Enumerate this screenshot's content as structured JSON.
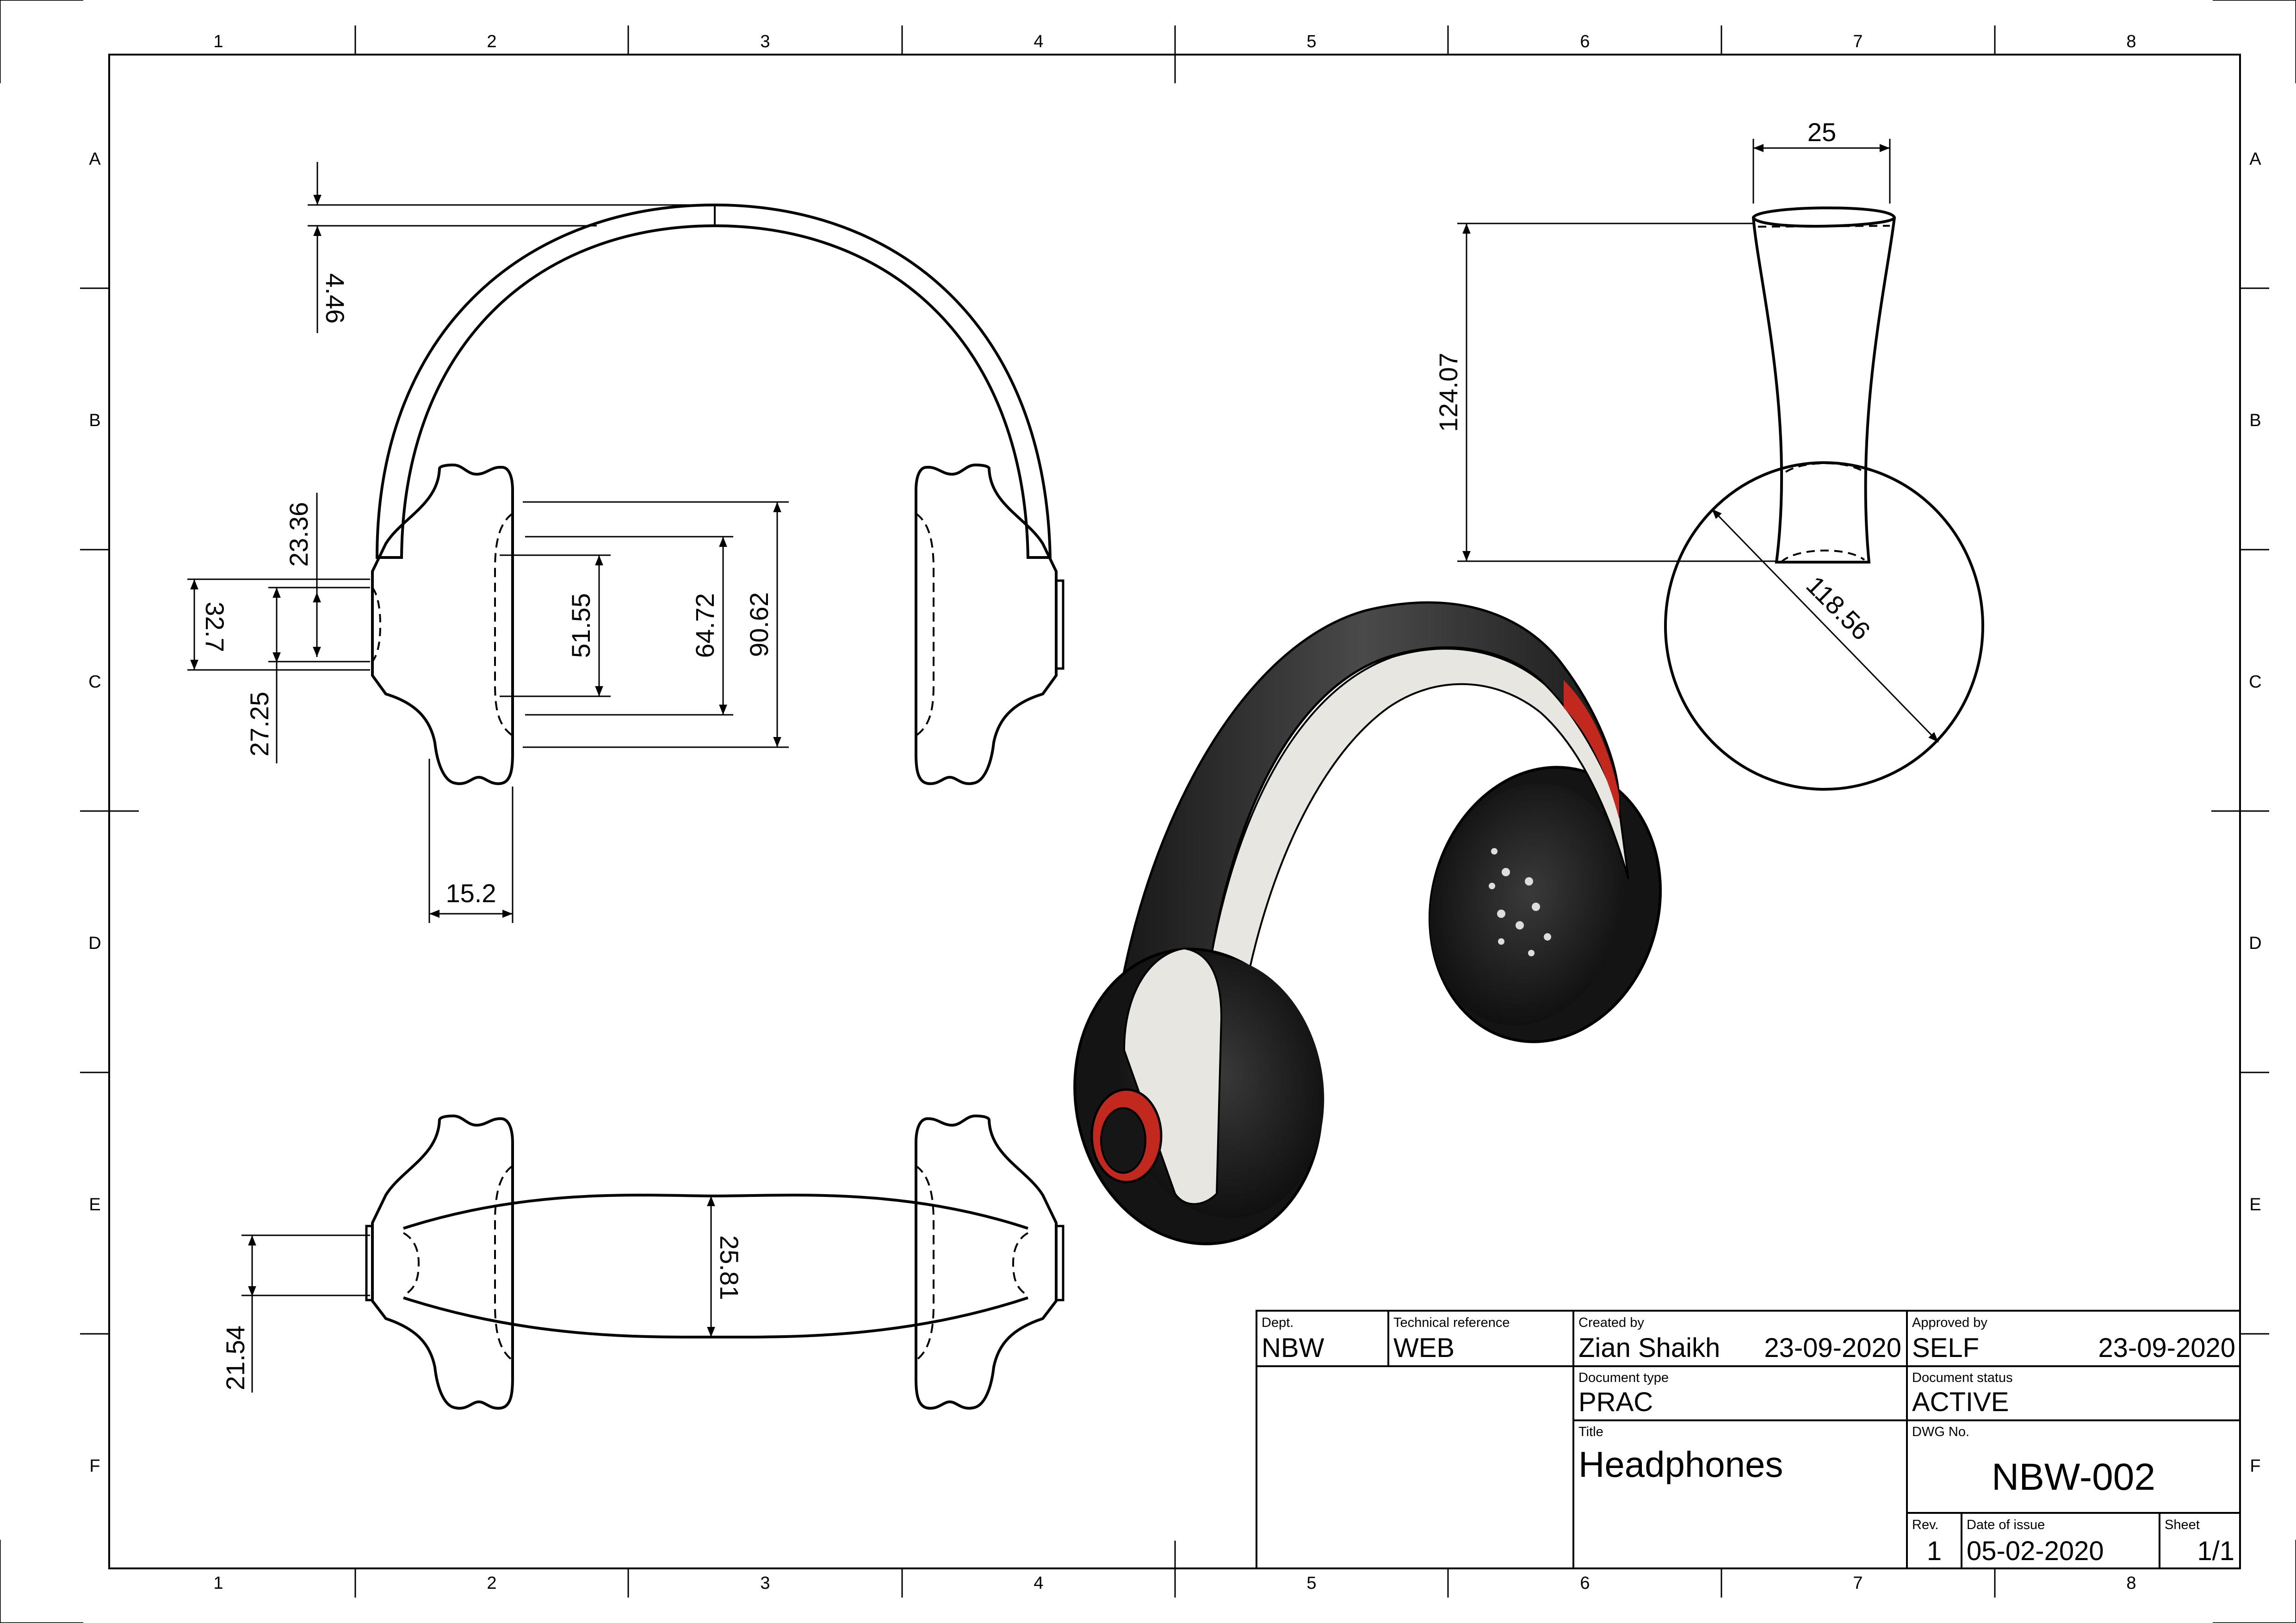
{
  "frame": {
    "column_zones": [
      "1",
      "2",
      "3",
      "4",
      "5",
      "6",
      "7",
      "8"
    ],
    "row_zones": [
      "A",
      "B",
      "C",
      "D",
      "E",
      "F"
    ]
  },
  "dimensions": {
    "front_band_thickness": "4.46",
    "front_d1": "23.36",
    "front_d2": "32.7",
    "front_d3": "27.25",
    "front_d4": "51.55",
    "front_d5": "64.72",
    "front_d6": "90.62",
    "front_d7": "15.2",
    "top_d1": "21.54",
    "top_d2": "25.81",
    "side_width": "25",
    "side_height": "124.07",
    "side_diameter": "118.56"
  },
  "render": {
    "colors": {
      "body": "#1c1c1c",
      "accent": "#c2281e",
      "band_inner": "#e8e6e1"
    }
  },
  "title_block": {
    "dept_label": "Dept.",
    "dept_value": "NBW",
    "techref_label": "Technical reference",
    "techref_value": "WEB",
    "created_label": "Created by",
    "created_value": "Zian Shaikh",
    "created_date": "23-09-2020",
    "approved_label": "Approved by",
    "approved_value": "SELF",
    "approved_date": "23-09-2020",
    "doctype_label": "Document type",
    "doctype_value": "PRAC",
    "status_label": "Document status",
    "status_value": "ACTIVE",
    "title_label": "Title",
    "title_value": "Headphones",
    "dwg_label": "DWG No.",
    "dwg_value": "NBW-002",
    "rev_label": "Rev.",
    "rev_value": "1",
    "issue_label": "Date of issue",
    "issue_value": "05-02-2020",
    "sheet_label": "Sheet",
    "sheet_value": "1/1"
  }
}
